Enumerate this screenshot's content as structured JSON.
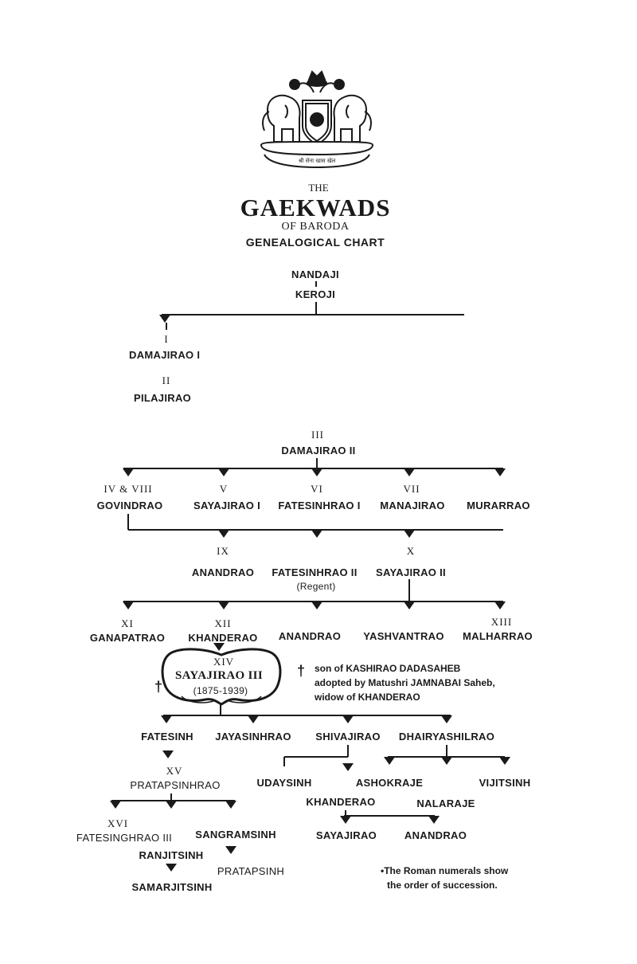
{
  "header": {
    "the": "THE",
    "title": "GAEKWADS",
    "of": "OF BARODA",
    "subtitle": "GENEALOGICAL CHART",
    "emblem_motto": "श्री सेना खास खेल"
  },
  "names": {
    "nandaji": "NANDAJI",
    "keroji": "KEROJI",
    "damajirao1": "DAMAJIRAO I",
    "pilajirao": "PILAJIRAO",
    "damajirao2": "DAMAJIRAO II",
    "govindrao": "GOVINDRAO",
    "sayajirao1": "SAYAJIRAO I",
    "fatesinhrao1": "FATESINHRAO I",
    "manajirao": "MANAJIRAO",
    "murarrao": "MURARRAO",
    "anandrao1": "ANANDRAO",
    "fatesinhrao2": "FATESINHRAO II",
    "regent": "(Regent)",
    "sayajirao2": "SAYAJIRAO II",
    "ganapatrao": "GANAPATRAO",
    "khanderao1": "KHANDERAO",
    "anandrao2": "ANANDRAO",
    "yashvantrao": "YASHVANTRAO",
    "malharrao": "MALHARRAO",
    "sayajirao3": "SAYAJIRAO III",
    "sayajirao3_years": "(1875-1939)",
    "fatesinh": "FATESINH",
    "jayasinhrao": "JAYASINHRAO",
    "shivajirao": "SHIVAJIRAO",
    "dhairyashilrao": "DHAIRYASHILRAO",
    "pratapsinhrao": "PRATAPSINHRAO",
    "udaysinh": "UDAYSINH",
    "ashokraje": "ASHOKRAJE",
    "vijitsinh": "VIJITSINH",
    "khanderao2": "KHANDERAO",
    "nalaraje": "NALARAJE",
    "fatesinghrao3": "FATESINGHRAO III",
    "sangramsinh": "SANGRAMSINH",
    "ranjitsinh": "RANJITSINH",
    "pratapsinh": "PRATAPSINH",
    "samarjitsinh": "SAMARJITSINH",
    "sayajirao4": "SAYAJIRAO",
    "anandrao3": "ANANDRAO"
  },
  "numerals": {
    "i": "I",
    "ii": "II",
    "iii": "III",
    "iv_viii": "IV & VIII",
    "v": "V",
    "vi": "VI",
    "vii": "VII",
    "ix": "IX",
    "x": "X",
    "xi": "XI",
    "xii": "XII",
    "xiii": "XIII",
    "xiv": "XIV",
    "xv": "XV",
    "xvi": "XVI"
  },
  "notes": {
    "adoption_line1": "son of KASHIRAO DADASAHEB",
    "adoption_line2": "adopted by Matushri JAMNABAI Saheb,",
    "adoption_line3": "widow of KHANDERAO",
    "dagger": "†",
    "legend_line1": "•The Roman numerals show",
    "legend_line2": "the order of succession."
  }
}
